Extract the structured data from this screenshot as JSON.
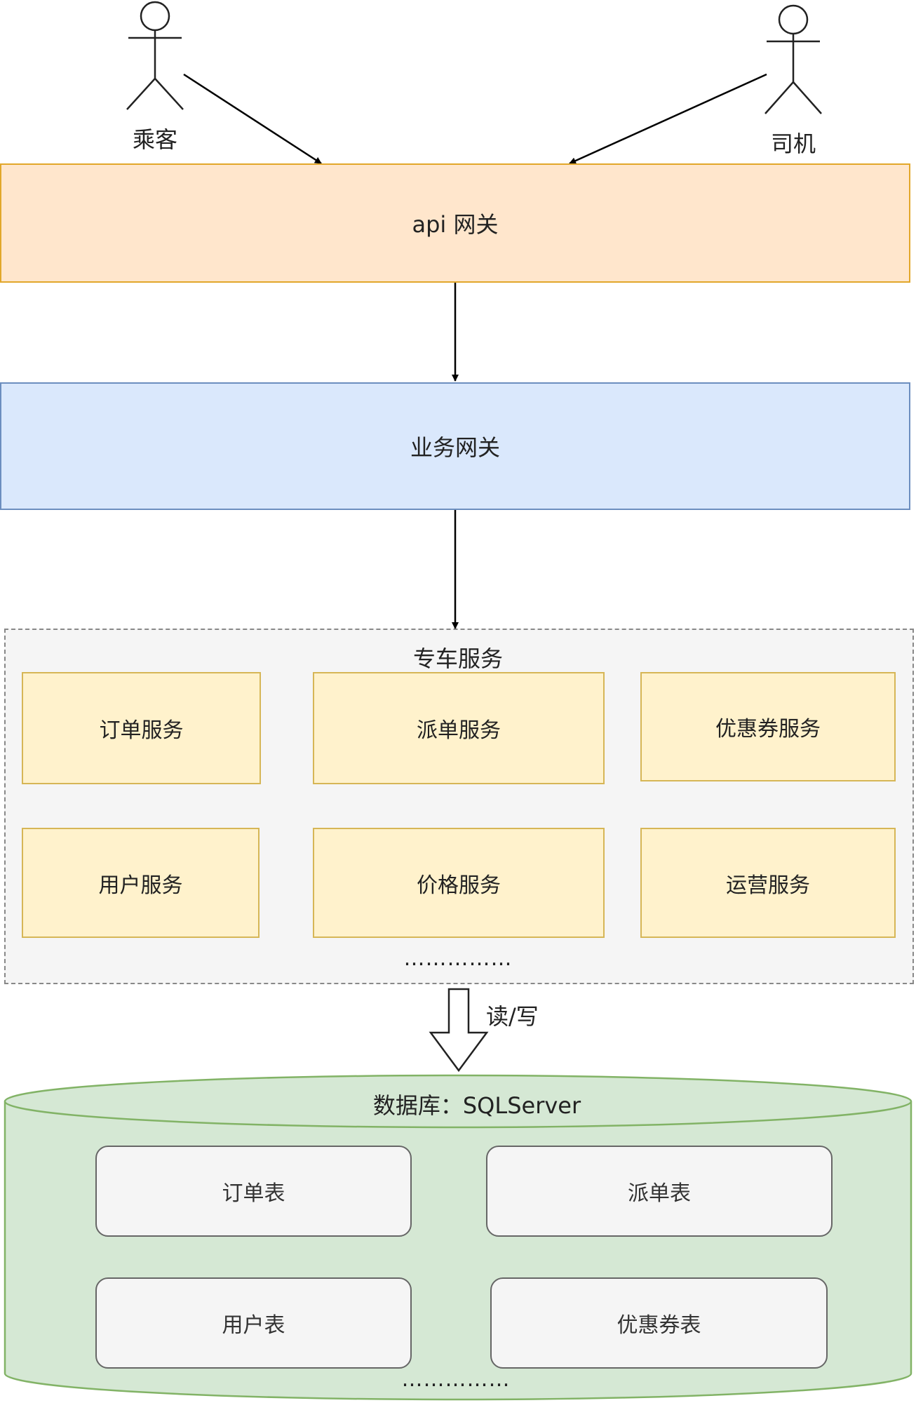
{
  "actors": {
    "passenger": "乘客",
    "driver": "司机"
  },
  "api_gateway": "api 网关",
  "business_gateway": "业务网关",
  "service_group": {
    "title": "专车服务",
    "services": [
      "订单服务",
      "派单服务",
      "优惠券服务",
      "用户服务",
      "价格服务",
      "运营服务"
    ],
    "ellipsis": "……………"
  },
  "read_write_label": "读/写",
  "database": {
    "title": "数据库：SQLServer",
    "tables": [
      "订单表",
      "派单表",
      "用户表",
      "优惠券表"
    ],
    "ellipsis": "……………"
  },
  "colors": {
    "api_fill": "#ffe6cc",
    "api_border": "#e2a72a",
    "business_fill": "#dae8fc",
    "business_border": "#6c8ebf",
    "service_fill": "#fff2cc",
    "service_border": "#d6b656",
    "database_fill": "#d5e8d4",
    "database_border": "#82b366"
  }
}
